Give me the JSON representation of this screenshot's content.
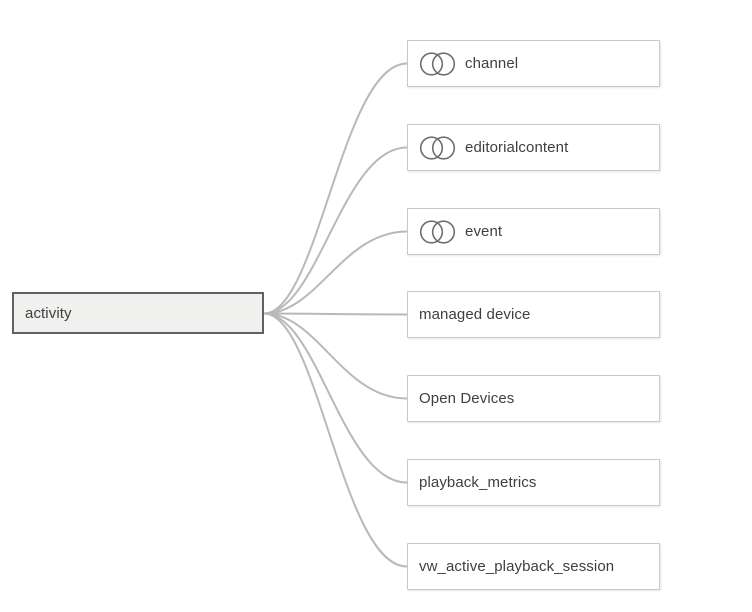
{
  "root": {
    "label": "activity"
  },
  "nodes": [
    {
      "label": "channel",
      "icon": "union-circles-icon"
    },
    {
      "label": "editorialcontent",
      "icon": "union-circles-icon"
    },
    {
      "label": "event",
      "icon": "union-circles-icon"
    },
    {
      "label": "managed device",
      "icon": null
    },
    {
      "label": "Open Devices",
      "icon": null
    },
    {
      "label": "playback_metrics",
      "icon": null
    },
    {
      "label": "vw_active_playback_session",
      "icon": null
    }
  ],
  "colors": {
    "connector": "#b9b9b9",
    "root_bg": "#f0f0ee",
    "root_border": "#616161",
    "node_bg": "#ffffff",
    "node_border": "#c8c8c8",
    "label_text": "#3f3f3f",
    "icon_stroke": "#6e6e6e"
  }
}
